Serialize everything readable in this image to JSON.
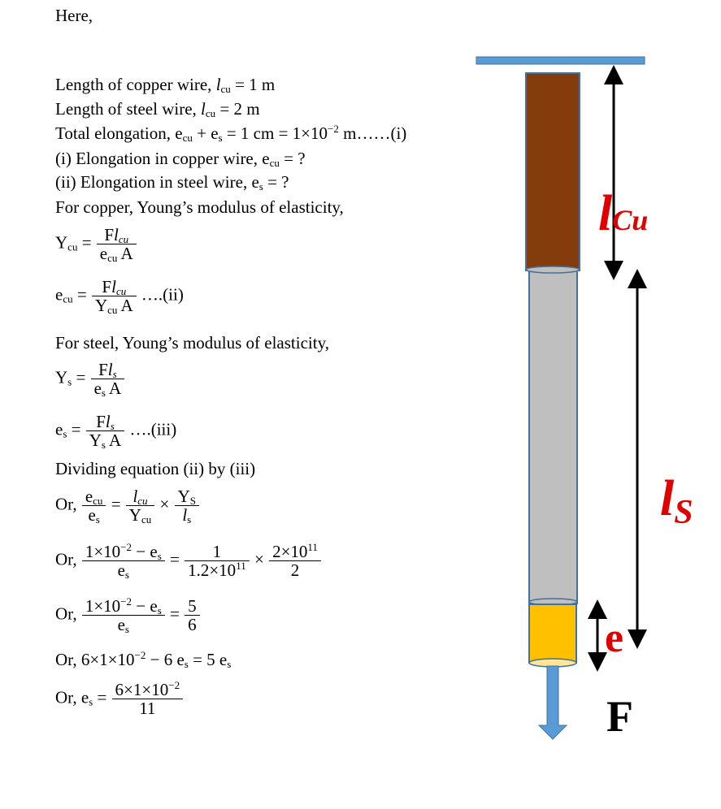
{
  "text": {
    "t0": [
      "Here,"
    ],
    "t1": [
      "Length of copper wire, ",
      "l",
      "cu",
      " = 1 m"
    ],
    "t2": [
      "Length of steel wire, ",
      "l",
      "cu",
      " = 2 m"
    ],
    "t3": [
      "Total elongation, e",
      "cu",
      " + e",
      "s",
      " = 1 cm = 1×10",
      "−2",
      " m……(i)"
    ],
    "t4": [
      "(i)  Elongation in copper wire, e",
      "cu",
      " = ?"
    ],
    "t5": [
      "(ii)  Elongation in steel wire, e",
      "s",
      " = ?"
    ],
    "t6": [
      "For copper, Young’s modulus of elasticity,"
    ],
    "e1": [
      "Y",
      "cu",
      " = ",
      "F",
      "l",
      "cu",
      "e",
      "cu",
      " A"
    ],
    "e2": [
      "e",
      "cu",
      " = ",
      "F",
      "l",
      "cu",
      "Y",
      "cu",
      " A",
      " ….(ii)"
    ],
    "t7": [
      "For steel, Young’s modulus of elasticity,"
    ],
    "e3": [
      "Y",
      "s",
      " = ",
      "F",
      "l",
      "s",
      "e",
      "s",
      " A"
    ],
    "e4": [
      "e",
      "s",
      " = ",
      "F",
      "l",
      "s",
      "Y",
      "s",
      " A",
      " ….(iii)"
    ],
    "t8": [
      "Dividing equation (ii) by (iii)"
    ],
    "e5": [
      "Or, ",
      "e",
      "cu",
      "e",
      "s",
      " = ",
      "l",
      "cu",
      "Y",
      "cu",
      " × ",
      "Y",
      "S",
      "l",
      "s"
    ],
    "e6": [
      "Or, ",
      "1×10",
      "−2",
      " − e",
      "s",
      "e",
      "s",
      " = ",
      "1",
      "1.2×10",
      "11",
      " × ",
      "2×10",
      "11",
      "2"
    ],
    "e7": [
      "Or, ",
      "1×10",
      "−2",
      " − e",
      "s",
      "e",
      "s",
      " = ",
      "5",
      "6"
    ],
    "e8": [
      "Or,  6×1×10",
      "−2",
      " − 6 e",
      "s",
      " = 5 e",
      "s"
    ],
    "e9": [
      "Or,  e",
      "s",
      " = ",
      "6×1×10",
      "−2",
      "11"
    ]
  },
  "diagram": {
    "label_lcu": [
      "l",
      "Cu"
    ],
    "label_ls": [
      "l",
      "S"
    ],
    "label_e": "e",
    "label_f": "F",
    "colors": {
      "copper": "#843C0C",
      "steel": "#BFBFBF",
      "elongation": "#FFC000",
      "support": "#5B9BD5",
      "label": "#E00000"
    }
  }
}
